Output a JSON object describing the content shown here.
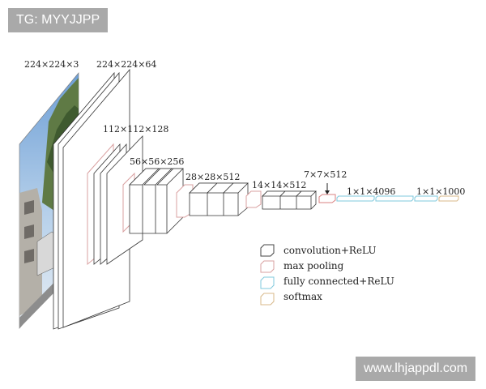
{
  "watermarks": {
    "top": "TG: MYYJJPP",
    "bottom": "www.lhjappdl.com"
  },
  "diagram": {
    "dimensions": {
      "input": "224×224×3",
      "block1": "224×224×64",
      "block2": "112×112×128",
      "block3": "56×56×256",
      "block4": "28×28×512",
      "block5": "14×14×512",
      "pool5": "7×7×512",
      "fc": "1×1×4096",
      "output": "1×1×1000"
    },
    "legend": [
      {
        "label": "convolution+ReLU",
        "color": "#444444"
      },
      {
        "label": "max pooling",
        "color": "#d9a0a0"
      },
      {
        "label": "fully connected+ReLU",
        "color": "#7fc8dc"
      },
      {
        "label": "softmax",
        "color": "#d8b98a"
      }
    ]
  }
}
